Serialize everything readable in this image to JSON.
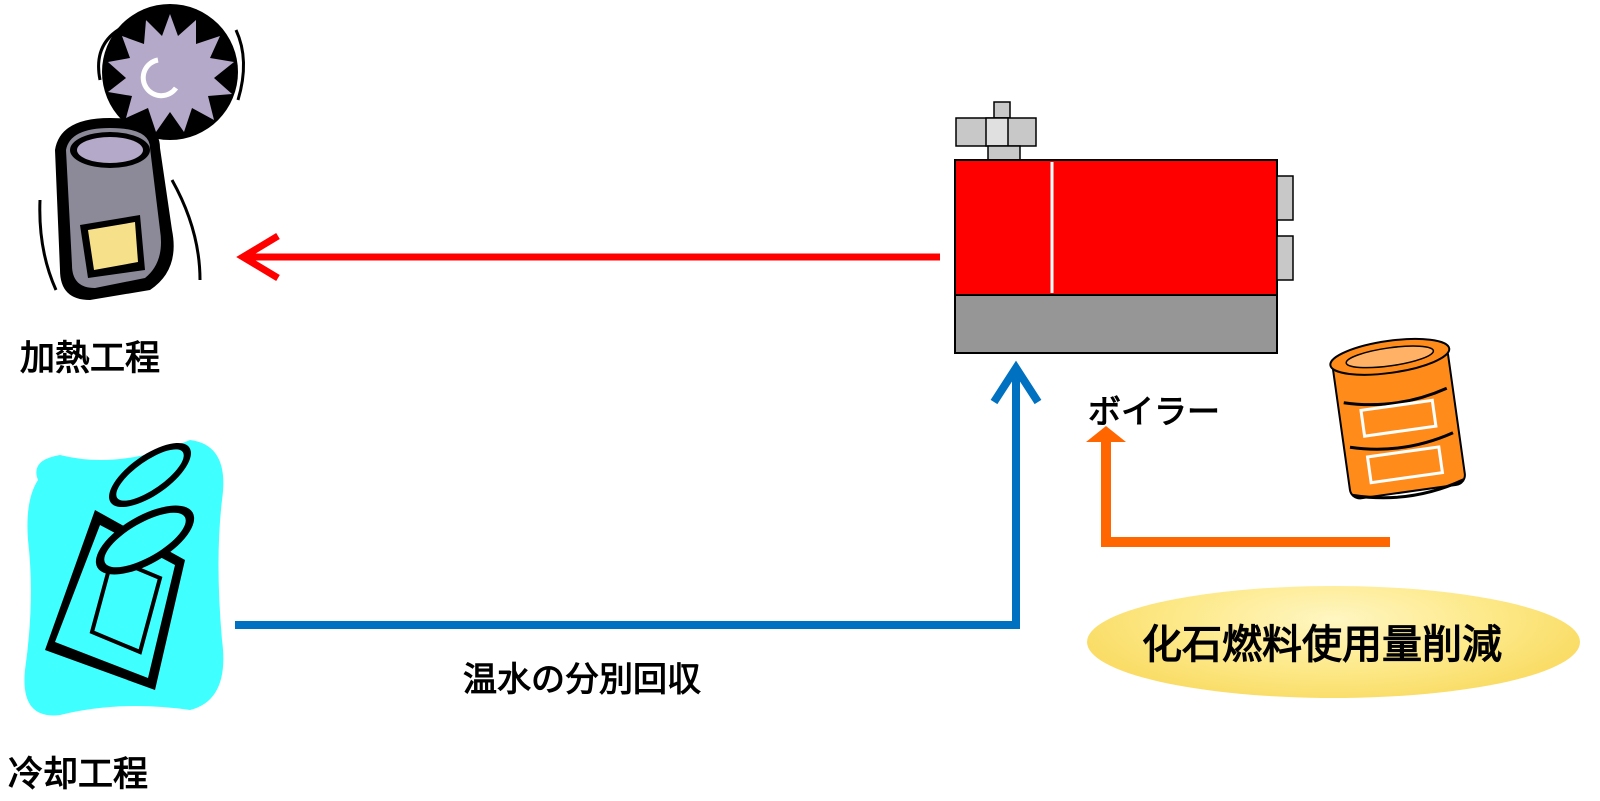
{
  "labels": {
    "heating_process": "加熱工程",
    "cooling_process": "冷却工程",
    "boiler": "ボイラー",
    "hot_water_recovery": "温水の分別回収",
    "benefit": "化石燃料使用量削減"
  },
  "colors": {
    "heat_arrow": "#ff0000",
    "water_arrow": "#0070c0",
    "fuel_arrow": "#ff6600",
    "boiler_body": "#ff0000",
    "boiler_base": "#969696",
    "badge": "#f7d24a",
    "cooling_background": "#40ffff",
    "fuel_drum": "#ff8c1a"
  },
  "icons": {
    "heating": "heated-can-icon",
    "cooling": "open-can-icon",
    "boiler": "boiler-icon",
    "fuel": "oil-drum-icon"
  }
}
